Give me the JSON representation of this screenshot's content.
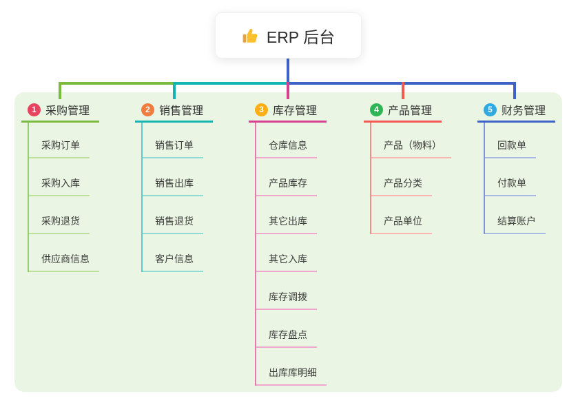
{
  "root": {
    "title": "ERP 后台",
    "icon": "thumbs-up",
    "connector_color": "#3E63C6",
    "background": "#ffffff"
  },
  "canvas": {
    "page_background": "#ffffff",
    "panel_background": "#EAF6E3",
    "text_color": "#333333"
  },
  "bus_segments": [
    {
      "name": "left",
      "color_from_branch": 0
    },
    {
      "name": "mid",
      "color_from_branch": 1
    },
    {
      "name": "right",
      "color_from_branch": 4
    }
  ],
  "branches": [
    {
      "number": "1",
      "label": "采购管理",
      "badge_color": "#E8425E",
      "line_color": "#7CBB3F",
      "line_mid": "#9ACD6E",
      "line_light": "#BDE09A",
      "items": [
        "采购订单",
        "采购入库",
        "采购退货",
        "供应商信息"
      ]
    },
    {
      "number": "2",
      "label": "销售管理",
      "badge_color": "#F07D3E",
      "line_color": "#14B5B0",
      "line_mid": "#5FCBC5",
      "line_light": "#8FDCD7",
      "items": [
        "销售订单",
        "销售出库",
        "销售退货",
        "客户信息"
      ]
    },
    {
      "number": "3",
      "label": "库存管理",
      "badge_color": "#FFAE13",
      "line_color": "#D6408F",
      "line_mid": "#E678B2",
      "line_light": "#F0A7CE",
      "items": [
        "仓库信息",
        "产品库存",
        "其它出库",
        "其它入库",
        "库存调拨",
        "库存盘点",
        "出库库明细"
      ]
    },
    {
      "number": "4",
      "label": "产品管理",
      "badge_color": "#2EB656",
      "line_color": "#F25B50",
      "line_mid": "#F68D84",
      "line_light": "#FAB5AE",
      "items": [
        "产品（物料）",
        "产品分类",
        "产品单位"
      ]
    },
    {
      "number": "5",
      "label": "财务管理",
      "badge_color": "#30A9E0",
      "line_color": "#3E63C6",
      "line_mid": "#7D95D6",
      "line_light": "#A8B9E5",
      "items": [
        "回款单",
        "付款单",
        "结算账户"
      ]
    }
  ]
}
